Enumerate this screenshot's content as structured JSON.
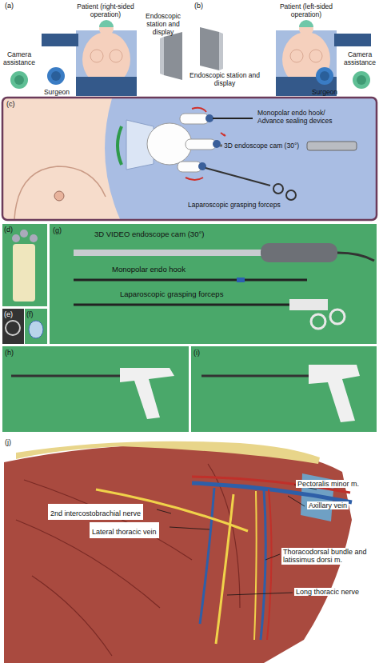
{
  "diagram": {
    "nodes": [
      {
        "text": [
          "2nd intercostobrachial nerve"
        ]
      },
      {
        "text": [
          "Lateral thoracic vein"
        ]
      }
    ],
    "labels": [
      "(a)",
      "Patient (right-sided operation)",
      "Endoscopic station and display",
      "Camera assistance",
      "Surgeon",
      "(b)",
      "Patient (left-sided operation)",
      "Endoscopic station and display",
      "Surgeon",
      "Camera assistance",
      "(c)",
      "Monopolar endo hook/ Advance sealing devices",
      "3D endoscope cam (30°)",
      "Laparoscopic grasping forceps",
      "(d)",
      "(g)",
      "3D VIDEO endoscope cam (30°)",
      "Monopolar endo hook",
      "Laparoscopic grasping forceps",
      "(e)",
      "(f)",
      "(h)",
      "(i)",
      "(j)",
      "Pectoralis minor m.",
      "Axillary vein",
      "Thoracodorsal bundle and latissimus dorsi m.",
      "Long thoracic nerve"
    ]
  }
}
